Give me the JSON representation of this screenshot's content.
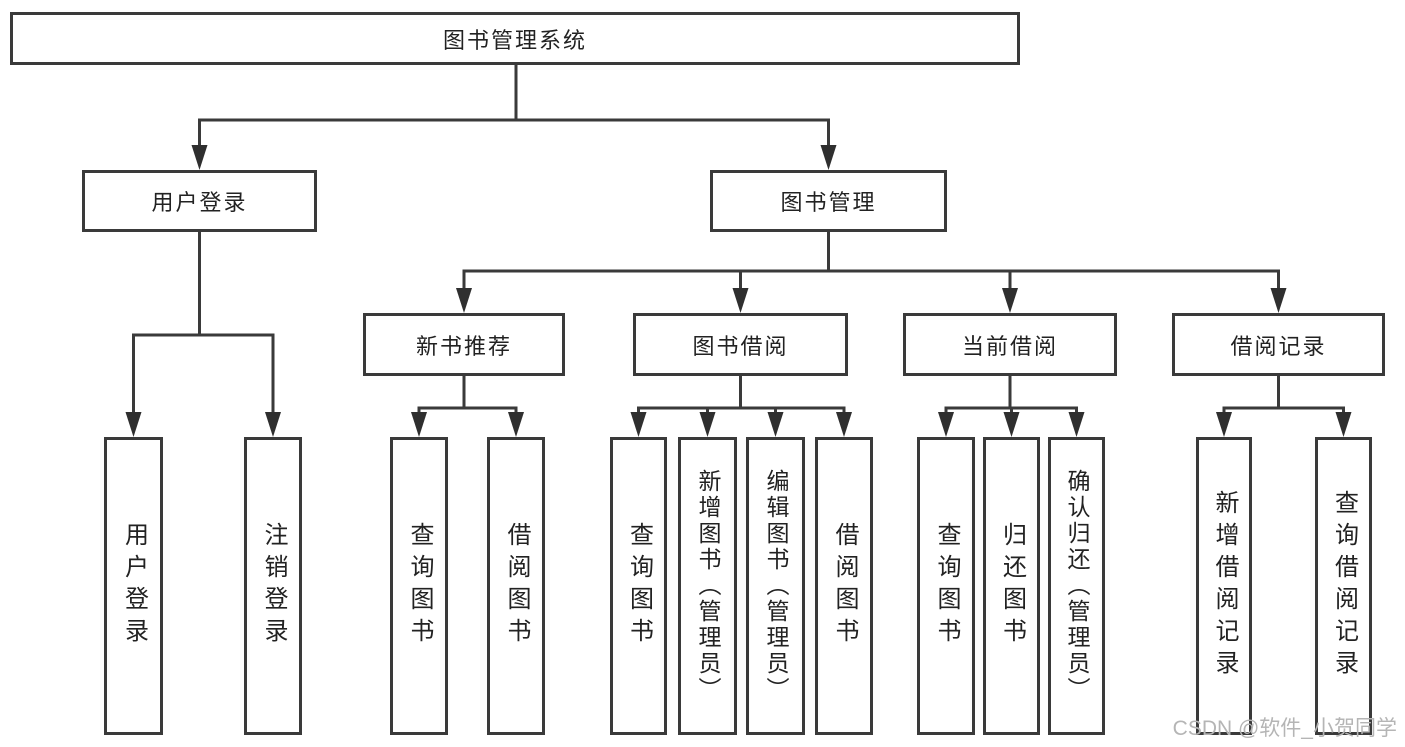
{
  "diagram": {
    "root": {
      "label": "图书管理系统"
    },
    "branches": [
      {
        "label": "用户登录",
        "children": [
          {
            "label": "用户登录"
          },
          {
            "label": "注销登录"
          }
        ]
      },
      {
        "label": "图书管理",
        "groups": [
          {
            "label": "新书推荐",
            "children": [
              {
                "label": "查询图书"
              },
              {
                "label": "借阅图书"
              }
            ]
          },
          {
            "label": "图书借阅",
            "children": [
              {
                "label": "查询图书"
              },
              {
                "label": "新增图书（管理员）"
              },
              {
                "label": "编辑图书（管理员）"
              },
              {
                "label": "借阅图书"
              }
            ]
          },
          {
            "label": "当前借阅",
            "children": [
              {
                "label": "查询图书"
              },
              {
                "label": "归还图书"
              },
              {
                "label": "确认归还（管理员）"
              }
            ]
          },
          {
            "label": "借阅记录",
            "children": [
              {
                "label": "新增借阅记录"
              },
              {
                "label": "查询借阅记录"
              }
            ]
          }
        ]
      }
    ]
  },
  "watermark": {
    "text": "CSDN @软件_小贺同学"
  },
  "colors": {
    "line": "#3a3a3a",
    "text": "#222222",
    "watermark": "#b5b5b5",
    "background": "#ffffff"
  }
}
